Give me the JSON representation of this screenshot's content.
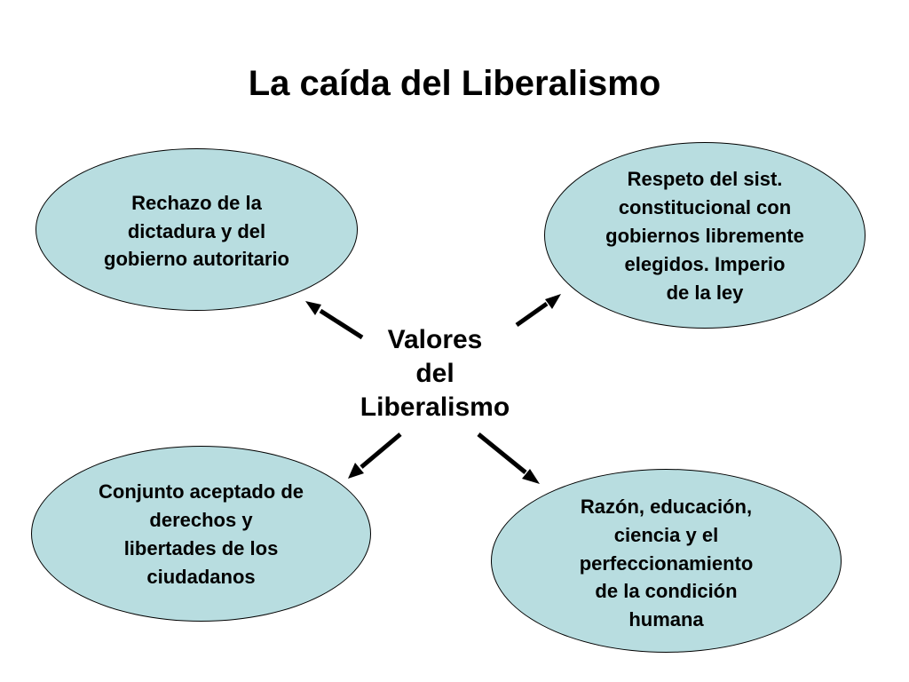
{
  "title": "La caída del Liberalismo",
  "center": "Valores\n del\nLiberalismo",
  "nodes": [
    {
      "text": "Rechazo de la\ndictadura y del\ngobierno autoritario"
    },
    {
      "text": "Respeto del sist.\nconstitucional con\ngobiernos libremente\nelegidos. Imperio\nde la ley"
    },
    {
      "text": "Conjunto aceptado de\nderechos y\nlibertades de los\nciudadanos"
    },
    {
      "text": "Razón, educación,\nciencia y el\nperfeccionamiento\nde la condición\nhumana"
    }
  ],
  "colors": {
    "ellipse_fill": "#b8dde0",
    "outline": "#000000",
    "arrow": "#000000",
    "background": "#ffffff"
  }
}
